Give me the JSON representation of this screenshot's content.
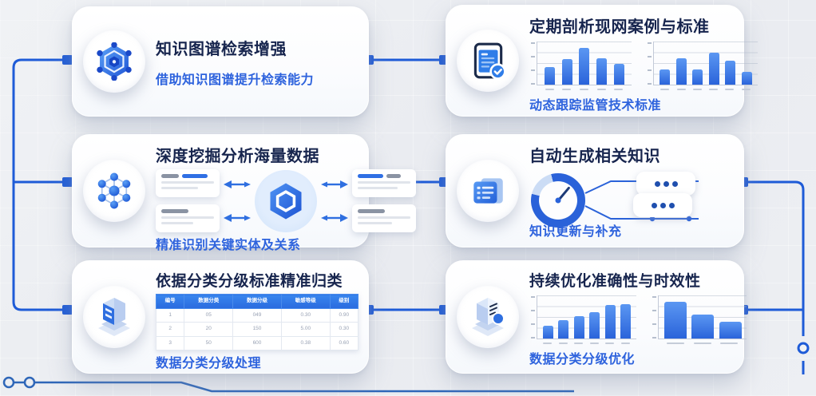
{
  "palette": {
    "accent_blue": "#1E5BD7",
    "trace_blue": "#2E66B8",
    "title_navy": "#17254E",
    "subtitle_blue": "#2E63DD",
    "bar_blue": "#2A63DA",
    "table_header_blue": "#2F7CE8"
  },
  "cards": [
    {
      "id": "knowledge-graph-retrieval",
      "title": "知识图谱检索增强",
      "subtitle": "借助知识图谱提升检索能力",
      "icon": "knowledge-graph-hexagon-icon"
    },
    {
      "id": "case-standard-analysis",
      "title": "定期剖析现网案例与标准",
      "subtitle": "动态跟踪监管技术标准",
      "icon": "report-check-icon",
      "charts": [
        {
          "type": "bar",
          "values": [
            40,
            60,
            85,
            62,
            48
          ],
          "ylim": [
            0,
            100
          ],
          "grid": true
        },
        {
          "type": "bar",
          "values": [
            35,
            62,
            35,
            75,
            55,
            30
          ],
          "ylim": [
            0,
            100
          ],
          "grid": true
        }
      ]
    },
    {
      "id": "deep-mining",
      "title": "深度挖掘分析海量数据",
      "subtitle": "精准识别关键实体及关系",
      "icon": "network-graph-icon"
    },
    {
      "id": "auto-generate-knowledge",
      "title": "自动生成相关知识",
      "subtitle": "知识更新与补充",
      "icon": "documents-icon",
      "gauge": {
        "type": "donut",
        "filled_pct": 83
      },
      "pills": [
        {
          "dots": 3
        },
        {
          "dots": 3
        }
      ]
    },
    {
      "id": "classify-grade",
      "title": "依据分类分级标准精准归类",
      "subtitle": "数据分类分级处理",
      "icon": "server-box-icon",
      "table": {
        "headers": [
          "编号",
          "数据分类",
          "数据分级",
          "敏感等级",
          "级别"
        ],
        "rows": [
          [
            "1",
            "05",
            "049",
            "0.30",
            "0.90"
          ],
          [
            "2",
            "20",
            "150",
            "5.00",
            "0.30"
          ],
          [
            "3",
            "50",
            "600",
            "0.38",
            "0.60"
          ]
        ]
      }
    },
    {
      "id": "continuous-optimization",
      "title": "持续优化准确性与时效性",
      "subtitle": "数据分类分级优化",
      "icon": "server-badge-icon",
      "charts": [
        {
          "type": "bar",
          "values": [
            30,
            42,
            52,
            62,
            78,
            80
          ],
          "ylim": [
            0,
            100
          ],
          "grid": true
        },
        {
          "type": "bar",
          "values": [
            85,
            55,
            38
          ],
          "ylim": [
            0,
            100
          ],
          "grid": true
        }
      ]
    }
  ]
}
